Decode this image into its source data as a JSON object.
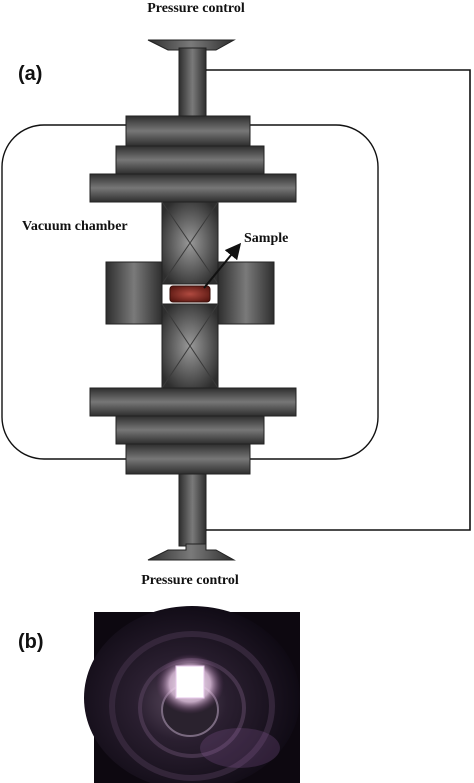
{
  "panel_a": {
    "label": "(a)",
    "top_label": "Pressure control",
    "bottom_label": "Pressure control",
    "chamber_label": "Vacuum chamber",
    "sample_label": "Sample"
  },
  "panel_b": {
    "label": "(b)"
  },
  "colors": {
    "steel_dark": "#2f2f2f",
    "steel_mid": "#5a5a5a",
    "steel_light": "#8a8a8a",
    "sample": "#7a2a22",
    "wire": "#111111",
    "photo_bg": "#0d0810",
    "photo_glow": "#f4e6f2"
  }
}
